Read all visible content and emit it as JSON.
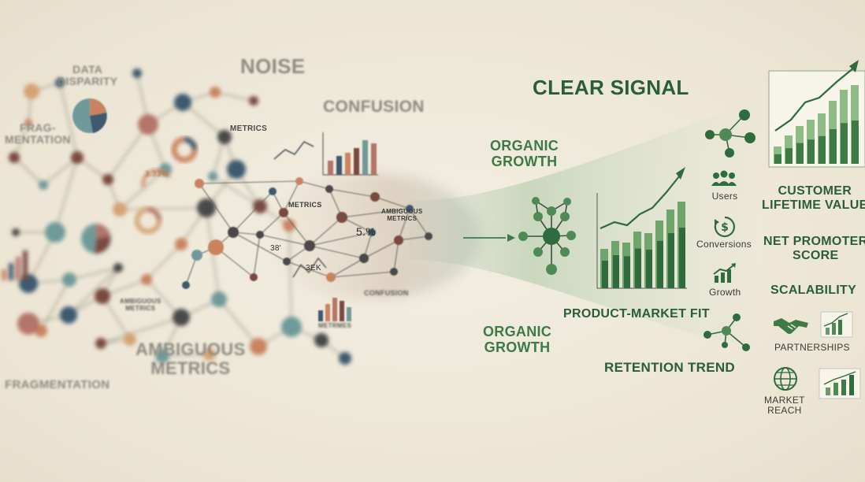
{
  "noise": {
    "title": "NOISE",
    "confusion": "CONFUSION",
    "data_disparity": [
      "DATA",
      "DISPARITY"
    ],
    "fragmentation_split": [
      "FRAG-",
      "MENTATION"
    ],
    "ambiguous_metrics": [
      "AMBIGUOUS",
      "METRICS"
    ],
    "fragmentation": "FRAGMENTATION",
    "metrics_tag": "METRICS",
    "percent_tag": "3.33%",
    "inner_metrics": "METRICS",
    "inner_ambiguous": [
      "AMBIGUOUS",
      "METRICS"
    ],
    "inner_percent": "5.%",
    "inner_num": "38'",
    "inner_num2": "3EK",
    "inner_confusion": "CONFUSION",
    "small_ambiguous": [
      "AMBIGUOUS",
      "METRICS"
    ],
    "small_metrics": "METRMES"
  },
  "signal": {
    "title": "CLEAR SIGNAL",
    "organic_growth_top": [
      "ORGANIC",
      "GROWTH"
    ],
    "organic_growth_bottom": [
      "ORGANIC",
      "GROWTH"
    ],
    "product_market_fit": "PRODUCT-MARKET FIT",
    "retention_trend": "RETENTION TREND",
    "customer_ltv": [
      "CUSTOMER",
      "LIFETIME VALUE"
    ],
    "nps": [
      "NET PROMOTER",
      "SCORE"
    ],
    "scalability": "SCALABILITY",
    "users": "Users",
    "conversions": "Conversions",
    "growth": "Growth",
    "partnerships": "PARTNERSHIPS",
    "market_reach": [
      "MARKET",
      "REACH"
    ]
  },
  "icons": {
    "users": "users-icon",
    "conversions": "dollar-cycle-icon",
    "growth": "growth-chart-icon",
    "partnerships": "handshake-icon",
    "market_reach": "globe-icon"
  },
  "colors": {
    "background": "#efe9da",
    "signal_green": "#2f6b3c",
    "noise_gray": "#8d8a82",
    "node_palette": [
      "#7a4a3f",
      "#3c5a6e",
      "#c9845e",
      "#6f9a9a",
      "#4a4a4a",
      "#b4756a",
      "#d4a373"
    ]
  }
}
